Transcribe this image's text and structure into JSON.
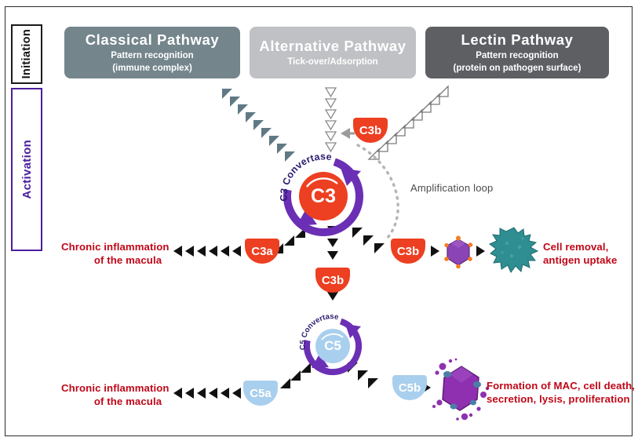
{
  "diagram": {
    "title": "Complement cascade pathways",
    "stages": [
      {
        "id": "initiation",
        "label": "Initiation",
        "color": "#121212"
      },
      {
        "id": "activation",
        "label": "Activation",
        "color": "#4b1f9e"
      }
    ],
    "pathways": [
      {
        "id": "classical",
        "title": "Classical  Pathway",
        "sub1": "Pattern recognition",
        "sub2": "(immune complex)",
        "color": "#74858c"
      },
      {
        "id": "alternative",
        "title": "Alternative  Pathway",
        "sub1": "Tick-over/Adsorption",
        "sub2": "",
        "color": "#bfc1c4"
      },
      {
        "id": "lectin",
        "title": "Lectin  Pathway",
        "sub1": "Pattern recognition",
        "sub2": "(protein on pathogen surface)",
        "color": "#5d5f63"
      }
    ],
    "convertases": [
      {
        "id": "c3-convertase",
        "ring_label": "C3 Convertase",
        "core": "C3",
        "core_color": "#ed3f21",
        "ring_color": "#6b2fb5"
      },
      {
        "id": "c5-convertase",
        "ring_label": "C5 Convertase",
        "core": "C5",
        "core_color": "#a9cfee",
        "ring_color": "#6b2fb5"
      }
    ],
    "fragments": [
      {
        "id": "c3b-top",
        "label": "C3b",
        "color": "#ed3f21"
      },
      {
        "id": "c3a",
        "label": "C3a",
        "color": "#ed3f21"
      },
      {
        "id": "c3b-right",
        "label": "C3b",
        "color": "#ed3f21"
      },
      {
        "id": "c3b-center",
        "label": "C3b",
        "color": "#ed3f21"
      },
      {
        "id": "c5a",
        "label": "C5a",
        "color": "#a9cfee"
      },
      {
        "id": "c5b",
        "label": "C5b",
        "color": "#a9cfee"
      }
    ],
    "annotations": {
      "amplification_loop": "Amplification loop",
      "chronic_inflammation_top_line1": "Chronic inflammation",
      "chronic_inflammation_top_line2": "of the macula",
      "chronic_inflammation_bottom_line1": "Chronic inflammation",
      "chronic_inflammation_bottom_line2": "of the macula",
      "cell_removal_line1": "Cell removal,",
      "cell_removal_line2": "antigen uptake",
      "mac_line1": "Formation of MAC, cell death,",
      "mac_line2": "secretion, lysis, proliferation"
    },
    "colors": {
      "red_text": "#c00718",
      "purple_ring": "#6b2fb5",
      "orange": "#ed3f21",
      "light_blue": "#a9cfee",
      "teal_cell": "#2e8e91",
      "purple_cell": "#8e44ad",
      "slate_arrow": "#5f7a85",
      "grey_dots": "#b0b0b0",
      "frame": "#2b2b2b"
    },
    "arrow_trails": [
      {
        "id": "classical-trail",
        "style": "filled-slate",
        "direction": "down-right"
      },
      {
        "id": "alternative-trail",
        "style": "hollow",
        "direction": "down"
      },
      {
        "id": "lectin-trail",
        "style": "hollow",
        "direction": "down-left"
      },
      {
        "id": "c3a-trail",
        "style": "filled-black",
        "direction": "left"
      },
      {
        "id": "c5a-trail",
        "style": "filled-black",
        "direction": "left"
      },
      {
        "id": "c3b-down-trail",
        "style": "filled-black",
        "direction": "down"
      },
      {
        "id": "amplification-loop-trail",
        "style": "dotted-grey",
        "direction": "loop"
      }
    ]
  }
}
